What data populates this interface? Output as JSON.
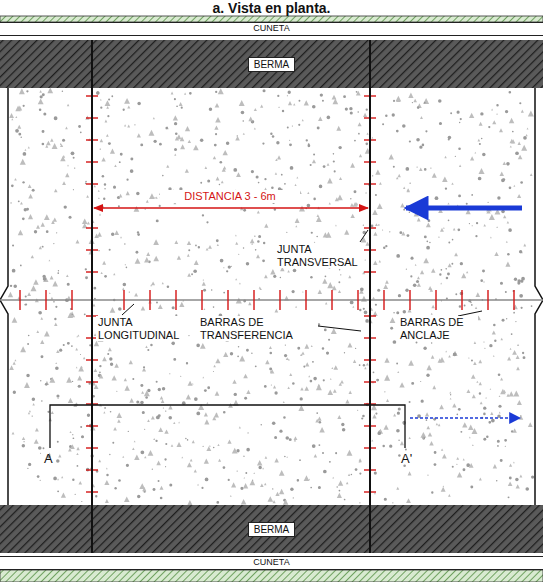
{
  "diagram": {
    "title": "a. Vista en planta.",
    "nodes": [
      {
        "text": [
          "CUNETA"
        ]
      },
      {
        "text": [
          "BERMA"
        ]
      },
      {
        "text": [
          "BERMA"
        ]
      },
      {
        "text": [
          "CUNETA"
        ]
      }
    ],
    "labels": [
      "DISTANCIA 3 - 6m",
      "JUNTA TRANSVERSAL",
      "JUNTA LONGITUDINAL",
      "BARRAS DE TRANSFERENCIA",
      "BARRAS DE ANCLAJE",
      "A",
      "A'"
    ]
  }
}
